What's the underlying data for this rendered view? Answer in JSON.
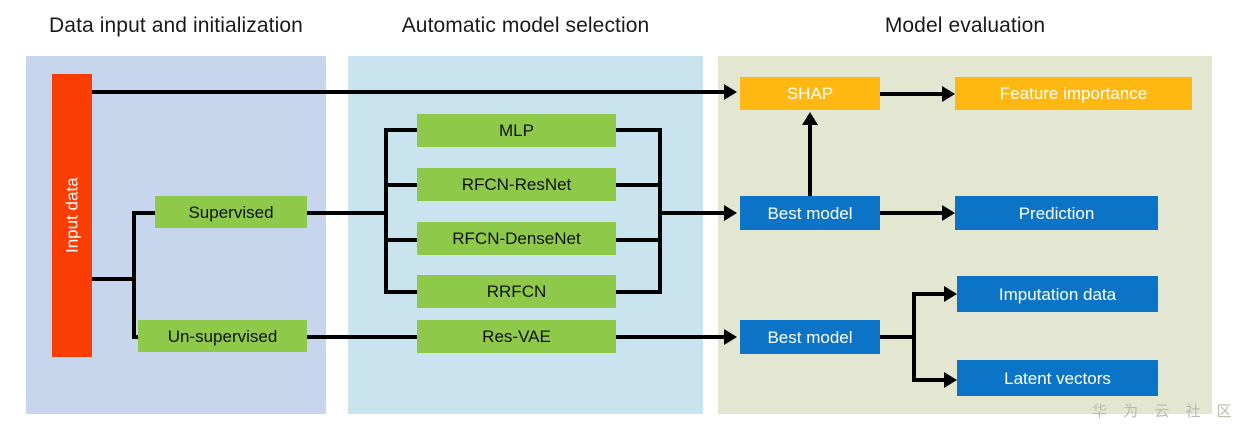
{
  "figure": {
    "title_row": [
      {
        "id": "data-input",
        "label": "Data input and initialization"
      },
      {
        "id": "model-selection",
        "label": "Automatic model selection"
      },
      {
        "id": "model-evaluation",
        "label": "Model evaluation"
      }
    ],
    "colors": {
      "panel_data_input": "#c7d6ed",
      "panel_model_selection": "#c9e4ee",
      "panel_model_evaluation": "#e3e7d2",
      "node_red": "#fa3c05",
      "node_green": "#8fc94a",
      "node_orange": "#ffb812",
      "node_blue": "#0b74c6",
      "connector": "#000000",
      "watermark": "#b9bcae"
    },
    "watermark": "华 为 云 社 区"
  },
  "nodes": {
    "input_data": "Input data",
    "supervised": "Supervised",
    "unsupervised": "Un-supervised",
    "models": [
      "MLP",
      "RFCN-ResNet",
      "RFCN-DenseNet",
      "RRFCN",
      "Res-VAE"
    ],
    "shap": "SHAP",
    "feature_importance": "Feature importance",
    "best_model_supervised": "Best model",
    "prediction": "Prediction",
    "best_model_unsupervised": "Best model",
    "imputation_data": "Imputation data",
    "latent_vectors": "Latent vectors"
  }
}
